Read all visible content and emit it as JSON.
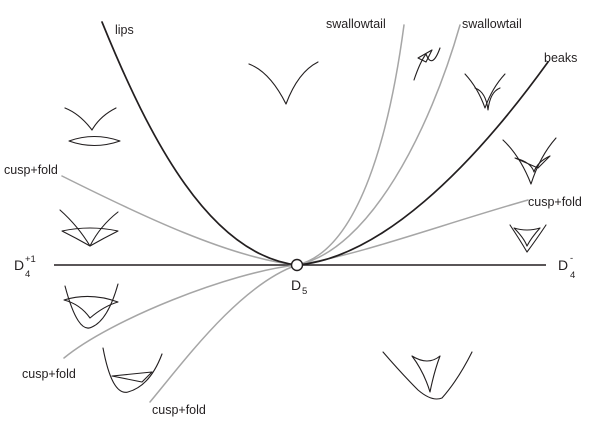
{
  "labels": {
    "lips": "lips",
    "swallowtail_left": "swallowtail",
    "swallowtail_right": "swallowtail",
    "beaks": "beaks",
    "cusp_fold_upper_left": "cusp+fold",
    "cusp_fold_right": "cusp+fold",
    "cusp_fold_lower_left": "cusp+fold",
    "cusp_fold_bottom": "cusp+fold"
  },
  "points": {
    "left": {
      "base": "D",
      "sub": "4",
      "sup": "+1"
    },
    "right": {
      "base": "D",
      "sub": "4",
      "sup": "-"
    },
    "center": {
      "base": "D",
      "sub": "5"
    }
  }
}
